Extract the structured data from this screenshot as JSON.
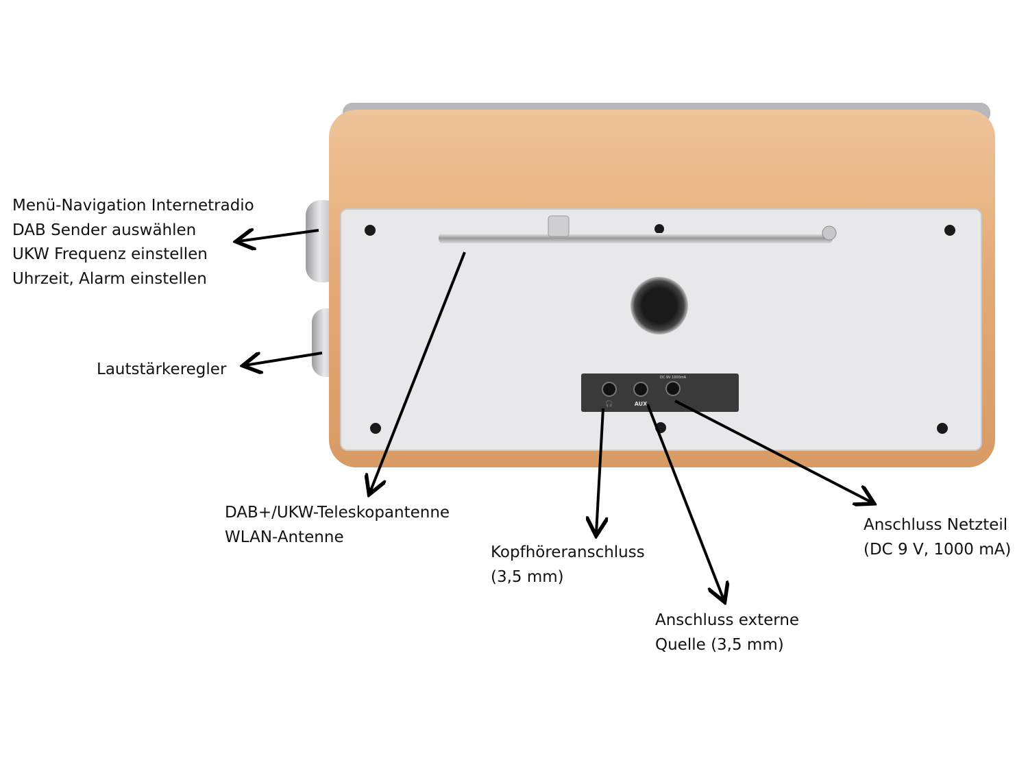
{
  "labels": {
    "navigation": [
      "Menü-Navigation Internetradio",
      "DAB Sender auswählen",
      "UKW Frequenz einstellen",
      "Uhrzeit, Alarm einstellen"
    ],
    "volume": [
      "Lautstärkeregler"
    ],
    "antenna": [
      "DAB+/UKW-Teleskopantenne",
      "WLAN-Antenne"
    ],
    "headphone": [
      "Kopfhöreranschluss",
      "(3,5 mm)"
    ],
    "aux": [
      "Anschluss externe",
      "Quelle (3,5 mm)"
    ],
    "power": [
      "Anschluss Netzteil",
      "(DC 9 V, 1000 mA)"
    ]
  },
  "port_panel": {
    "aux_label": "AUX",
    "dc_label": "DC 9V 1000mA"
  },
  "colors": {
    "wood": "#e2aa78",
    "panel": "#e6e6e8",
    "ports": "#3a3a3a"
  }
}
